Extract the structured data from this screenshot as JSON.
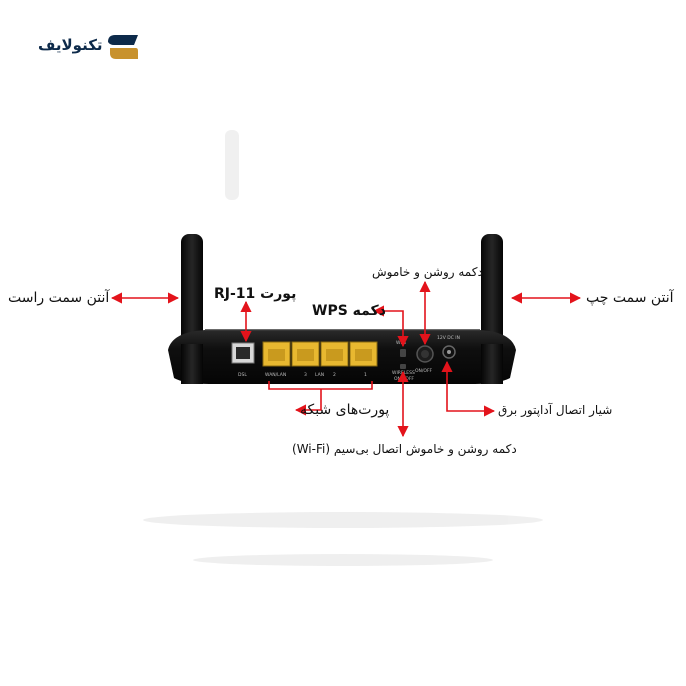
{
  "brand": {
    "name": "تکنولایف",
    "colors": {
      "navy": "#0d2a4a",
      "gold": "#c8922e"
    }
  },
  "labels": {
    "left_antenna": "آنتن سمت چپ",
    "right_antenna": "آنتن سمت راست",
    "rj11_port": "پورت RJ-11",
    "wps_button": "دکمه WPS",
    "power_button": "دکمه روشن و خاموش",
    "network_ports": "پورت‌های شبکه",
    "wifi_button": "دکمه روشن و خاموش اتصال بی‌سیم (Wi-Fi)",
    "power_adapter": "شیار اتصال آداپتور برق"
  },
  "device_labels": {
    "dsl": "DSL",
    "wan_lan": "WAN/LAN",
    "p3": "3",
    "lan": "LAN",
    "p2": "2",
    "p1": "1",
    "wps": "WPS",
    "wireless": "WIRELESS",
    "on_off_small": "ON / OFF",
    "on_off": "ON/OFF",
    "dc_in": "12V DC IN"
  },
  "colors": {
    "arrow": "#e3131b",
    "router_body": "#121212",
    "port_yellow": "#e8b830"
  }
}
